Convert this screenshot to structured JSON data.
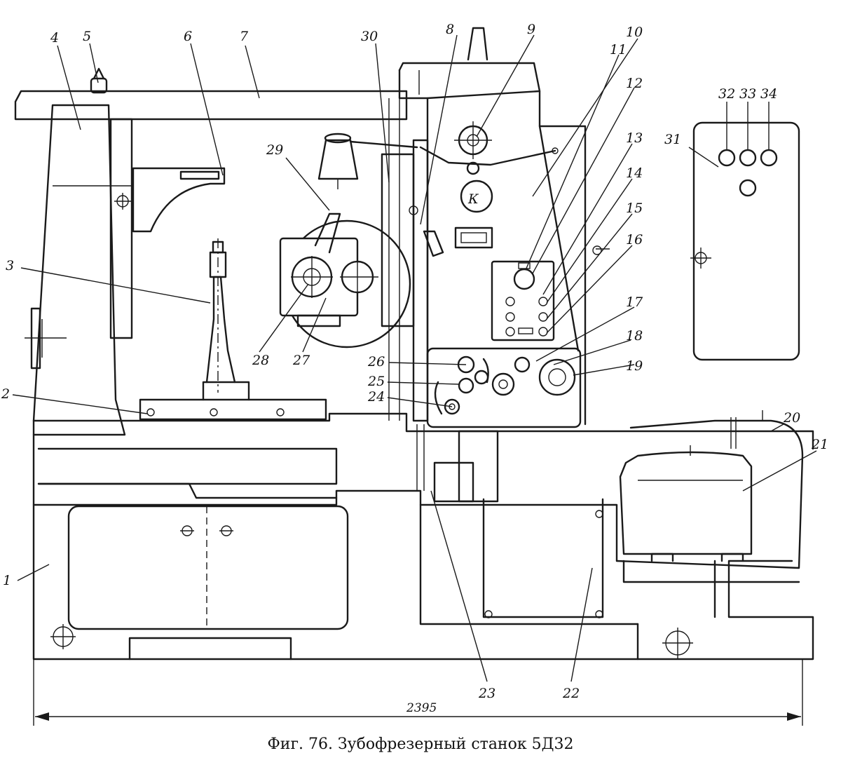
{
  "caption": "Фиг. 76. Зубофрезерный станок 5Д32",
  "dimension": "2395",
  "labels": [
    {
      "id": "1",
      "text": "1"
    },
    {
      "id": "2",
      "text": "2"
    },
    {
      "id": "3",
      "text": "3"
    },
    {
      "id": "4",
      "text": "4"
    },
    {
      "id": "5",
      "text": "5"
    },
    {
      "id": "6",
      "text": "6"
    },
    {
      "id": "7",
      "text": "7"
    },
    {
      "id": "8",
      "text": "8"
    },
    {
      "id": "9",
      "text": "9"
    },
    {
      "id": "10",
      "text": "10"
    },
    {
      "id": "11",
      "text": "11"
    },
    {
      "id": "12",
      "text": "12"
    },
    {
      "id": "13",
      "text": "13"
    },
    {
      "id": "14",
      "text": "14"
    },
    {
      "id": "15",
      "text": "15"
    },
    {
      "id": "16",
      "text": "16"
    },
    {
      "id": "17",
      "text": "17"
    },
    {
      "id": "18",
      "text": "18"
    },
    {
      "id": "19",
      "text": "19"
    },
    {
      "id": "20",
      "text": "20"
    },
    {
      "id": "21",
      "text": "21"
    },
    {
      "id": "22",
      "text": "22"
    },
    {
      "id": "23",
      "text": "23"
    },
    {
      "id": "24",
      "text": "24"
    },
    {
      "id": "25",
      "text": "25"
    },
    {
      "id": "26",
      "text": "26"
    },
    {
      "id": "27",
      "text": "27"
    },
    {
      "id": "28",
      "text": "28"
    },
    {
      "id": "29",
      "text": "29"
    },
    {
      "id": "30",
      "text": "30"
    },
    {
      "id": "31",
      "text": "31"
    },
    {
      "id": "32",
      "text": "32"
    },
    {
      "id": "33",
      "text": "33"
    },
    {
      "id": "34",
      "text": "34"
    }
  ]
}
